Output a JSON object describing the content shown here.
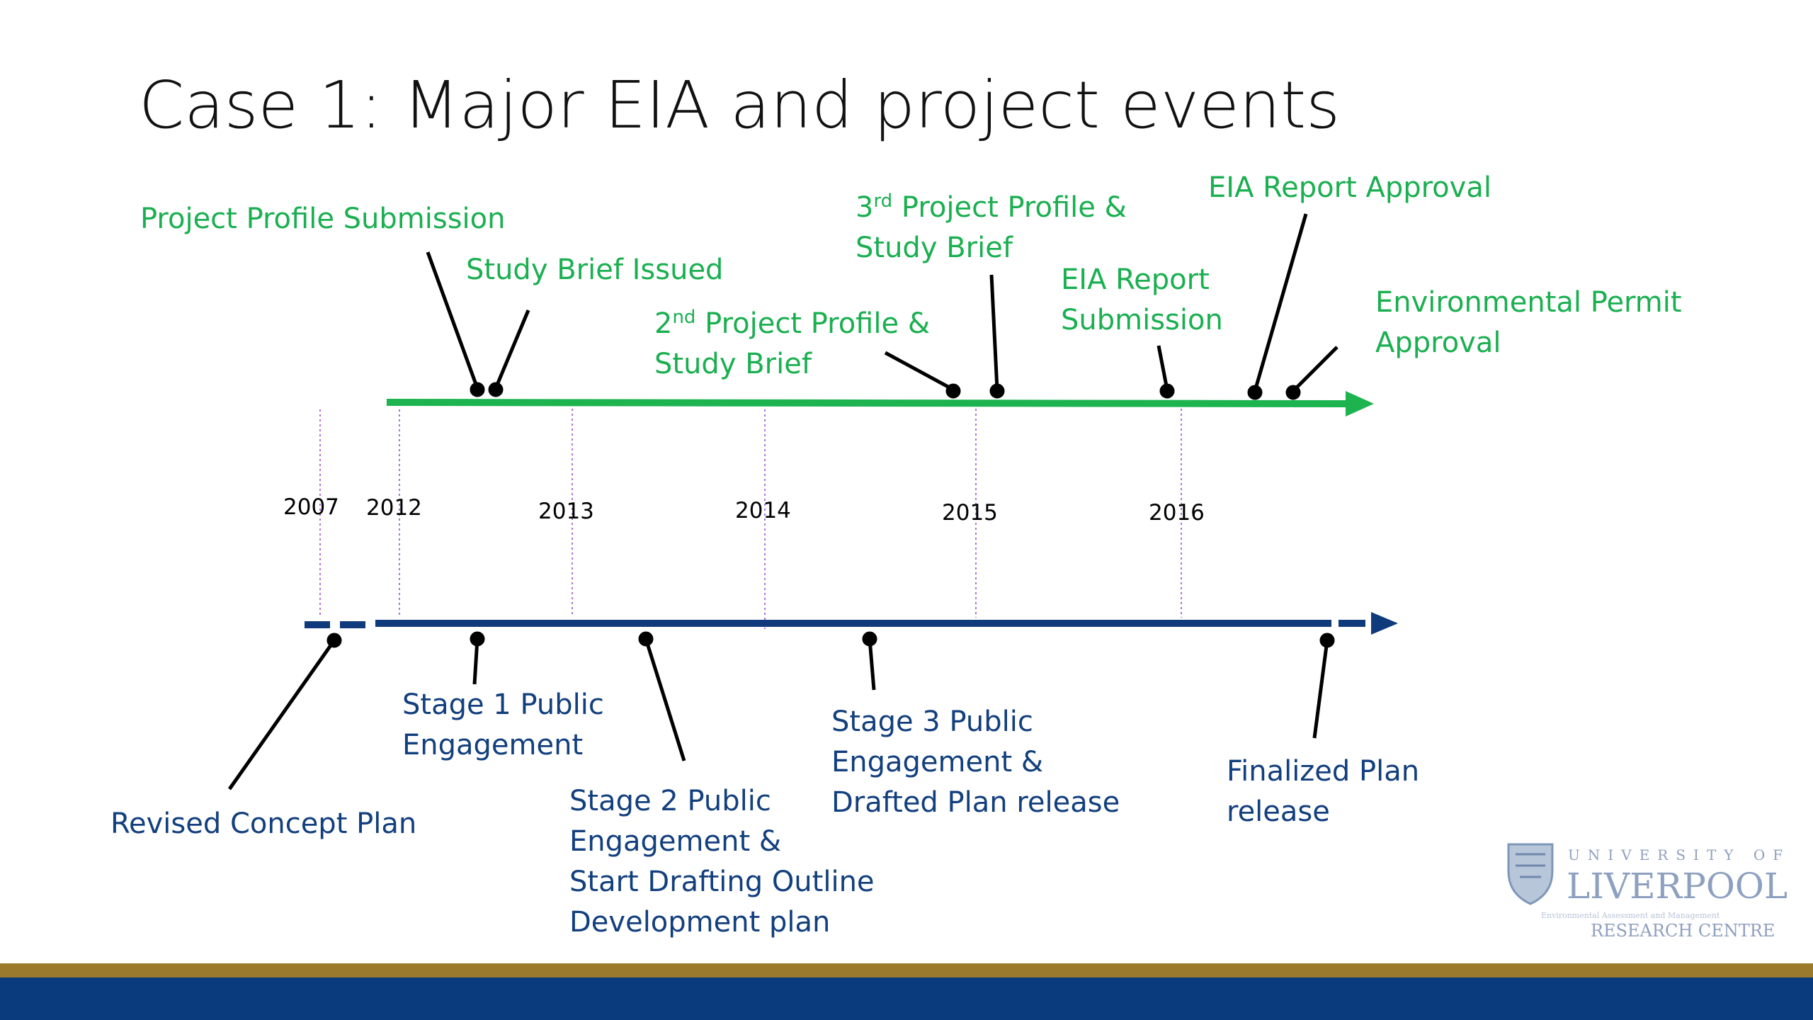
{
  "slide": {
    "title": "Case 1: Major EIA and project events"
  },
  "colors": {
    "eia_line": "#1db34f",
    "project_line": "#0f3a7b",
    "eia_text": "#1aaf50",
    "project_text": "#123f7d",
    "footer_gold": "#9a7b2e",
    "footer_navy": "#0a3b7d"
  },
  "years": [
    "2007",
    "2012",
    "2013",
    "2014",
    "2015",
    "2016"
  ],
  "eia_events": [
    {
      "lines": [
        "Project Profile Submission"
      ]
    },
    {
      "lines": [
        "Study Brief Issued"
      ]
    },
    {
      "lines": [
        "2nd Project Profile &",
        "Study Brief"
      ],
      "sup": "nd"
    },
    {
      "lines": [
        "3rd Project Profile &",
        "Study Brief"
      ],
      "sup": "rd"
    },
    {
      "lines": [
        "EIA Report",
        "Submission"
      ]
    },
    {
      "lines": [
        "EIA Report Approval"
      ]
    },
    {
      "lines": [
        "Environmental Permit",
        "Approval"
      ]
    }
  ],
  "project_events": [
    {
      "lines": [
        "Revised Concept Plan"
      ]
    },
    {
      "lines": [
        "Stage 1 Public",
        "Engagement"
      ]
    },
    {
      "lines": [
        "Stage 2 Public",
        "Engagement &",
        "Start Drafting Outline",
        "Development plan"
      ]
    },
    {
      "lines": [
        "Stage 3 Public",
        "Engagement &",
        "Drafted Plan release"
      ]
    },
    {
      "lines": [
        "Finalized Plan",
        "release"
      ]
    }
  ],
  "logo": {
    "line1": "UNIVERSITY OF",
    "line2": "LIVERPOOL",
    "line3": "Environmental Assessment and Management",
    "line4": "RESEARCH CENTRE"
  }
}
